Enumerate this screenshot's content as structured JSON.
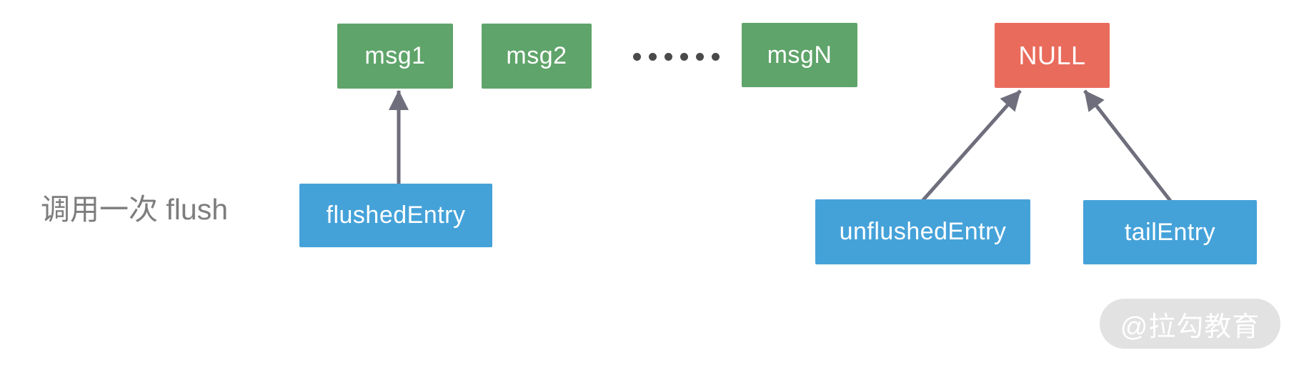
{
  "diagram": {
    "caption": "调用一次 flush",
    "nodes": {
      "msg1": "msg1",
      "msg2": "msg2",
      "msgN": "msgN",
      "null_node": "NULL",
      "flushed_entry": "flushedEntry",
      "unflushed_entry": "unflushedEntry",
      "tail_entry": "tailEntry"
    },
    "ellipsis_dot_count": 6,
    "edges": [
      {
        "from": "flushedEntry",
        "to": "msg1"
      },
      {
        "from": "unflushedEntry",
        "to": "NULL"
      },
      {
        "from": "tailEntry",
        "to": "NULL"
      }
    ],
    "watermark": "@拉勾教育",
    "colors": {
      "message_box": "#5fa46a",
      "null_box": "#e96b5c",
      "entry_box": "#45a2d9",
      "arrow": "#6e6e7c",
      "caption_text": "#7d7d7d",
      "box_text": "#ffffff",
      "ellipsis_dots": "#4a4a4a",
      "watermark_bg": "#e2e2e2",
      "watermark_text": "#ffffff"
    }
  }
}
